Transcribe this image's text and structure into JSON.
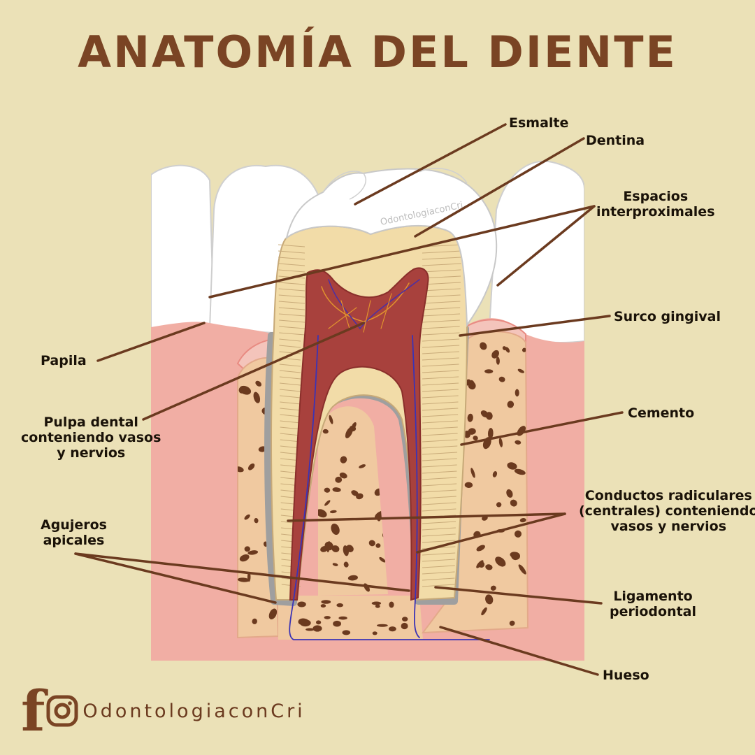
{
  "title": "ANATOMÍA DEL DIENTE",
  "watermark": "OdontologiaconCri",
  "labels": {
    "esmalte": "Esmalte",
    "dentina": "Dentina",
    "espacios": [
      "Espacios",
      "interproximales"
    ],
    "surco": "Surco gingival",
    "papila": "Papila",
    "pulpa": [
      "Pulpa dental",
      "conteniendo vasos",
      "y nervios"
    ],
    "cemento": "Cemento",
    "conductos": [
      "Conductos radiculares",
      "(centrales) conteniendo",
      "vasos y nervios"
    ],
    "agujeros": [
      "Agujeros",
      "apicales"
    ],
    "ligamento": [
      "Ligamento",
      "periodontal"
    ],
    "hueso": "Hueso"
  },
  "footer": {
    "facebook_icon": "facebook-icon",
    "instagram_icon": "instagram-icon",
    "handle": "OdontologiaconCri"
  },
  "colors": {
    "background": "#ebe1b7",
    "title": "#7a4424",
    "leader_line": "#6b3a1f",
    "gum": "#f1aea4",
    "bone": "#f0c9a0",
    "bone_spots": "#6b3a1f",
    "dentin": "#f2dca8",
    "pulp": "#a8413d",
    "enamel": "#ffffff"
  }
}
